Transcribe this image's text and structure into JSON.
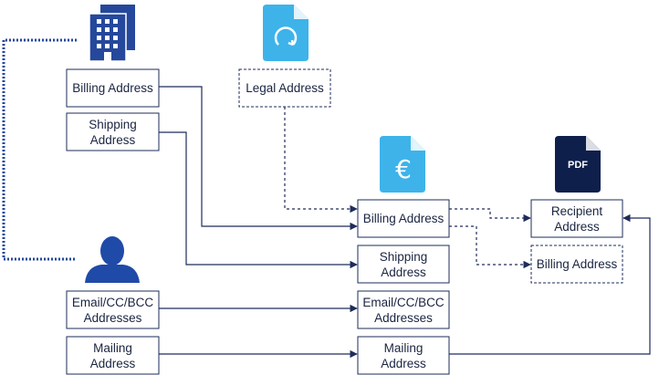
{
  "colors": {
    "navy": "#1e2c5a",
    "company_blue": "#25489c",
    "doc_cyan": "#3db3ea",
    "pdf_navy": "#0f1f4b",
    "person_blue": "#1f4aa8"
  },
  "icons": {
    "company": "office-building-icon",
    "legal_doc": "refresh-document-icon",
    "euro_doc": "euro-document-icon",
    "pdf_doc": "pdf-document-icon",
    "person": "person-icon"
  },
  "source_company": {
    "billing": "Billing Address",
    "shipping": [
      "Shipping",
      "Address"
    ]
  },
  "legal": {
    "label": "Legal Address"
  },
  "source_person": {
    "email": [
      "Email/CC/BCC",
      "Addresses"
    ],
    "mailing": [
      "Mailing",
      "Address"
    ]
  },
  "document": {
    "billing": "Billing Address",
    "shipping": [
      "Shipping",
      "Address"
    ],
    "email": [
      "Email/CC/BCC",
      "Addresses"
    ],
    "mailing": [
      "Mailing",
      "Address"
    ]
  },
  "pdf": {
    "icon_label": "PDF",
    "recipient": [
      "Recipient",
      "Address"
    ],
    "billing": "Billing Address"
  }
}
